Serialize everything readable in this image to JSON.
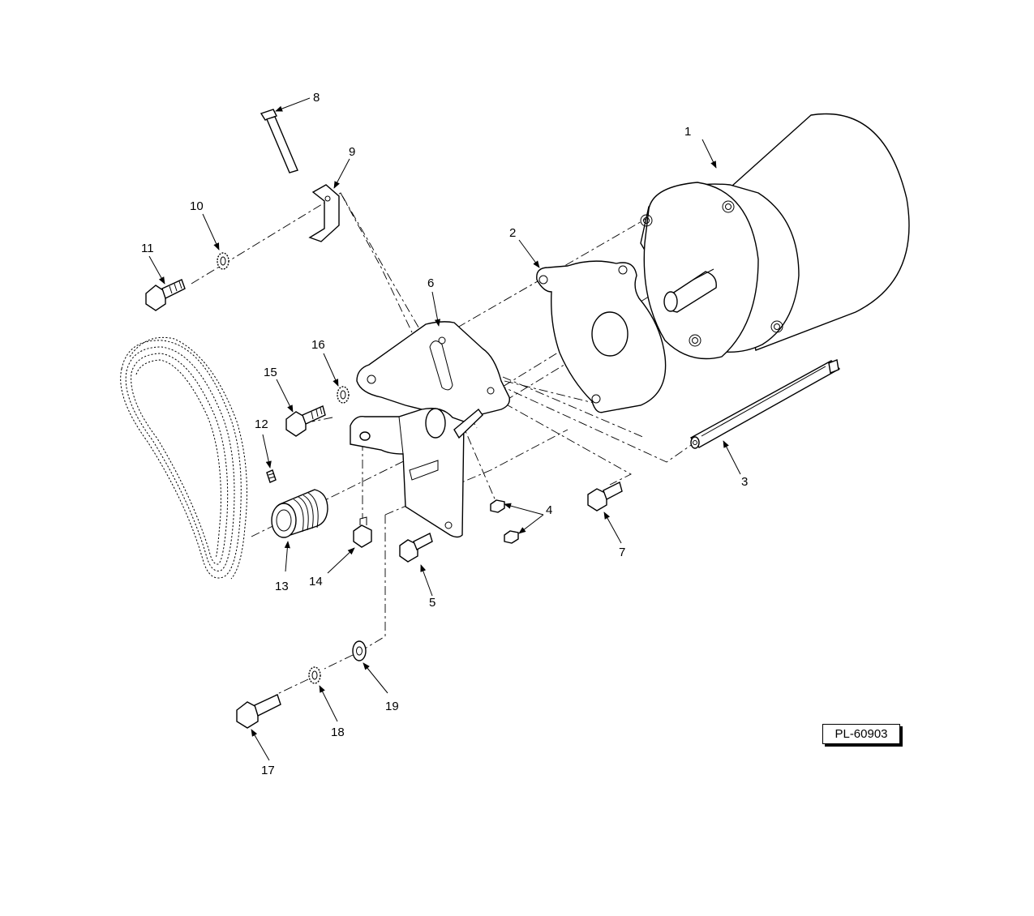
{
  "drawing_id": "PL-60903",
  "callouts": [
    "1",
    "2",
    "3",
    "4",
    "5",
    "6",
    "7",
    "8",
    "9",
    "10",
    "11",
    "12",
    "13",
    "14",
    "15",
    "16",
    "17",
    "18",
    "19"
  ]
}
